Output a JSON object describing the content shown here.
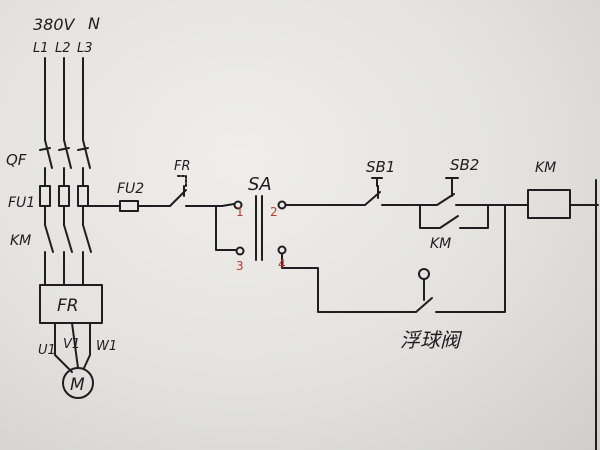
{
  "supply": {
    "voltage_label": "380V",
    "neutral_label": "N",
    "phase_l1": "L1",
    "phase_l2": "L2",
    "phase_l3": "L3"
  },
  "components": {
    "breaker": "QF",
    "fuse_main": "FU1",
    "contactor_main": "KM",
    "overload_block": "FR",
    "motor": "M",
    "motor_u": "U1",
    "motor_v": "V1",
    "motor_w": "W1",
    "fuse_control": "FU2",
    "overload_contact": "FR",
    "selector_switch": "SA",
    "sb1": "SB1",
    "sb2": "SB2",
    "km_holding": "KM",
    "km_coil": "KM",
    "float_valve": "浮球阀"
  },
  "terminals": {
    "t1": "1",
    "t2": "2",
    "t3": "3",
    "t4": "4"
  },
  "colors": {
    "ink": "#1d1d22",
    "terminal_numbers": "#c0392b"
  }
}
